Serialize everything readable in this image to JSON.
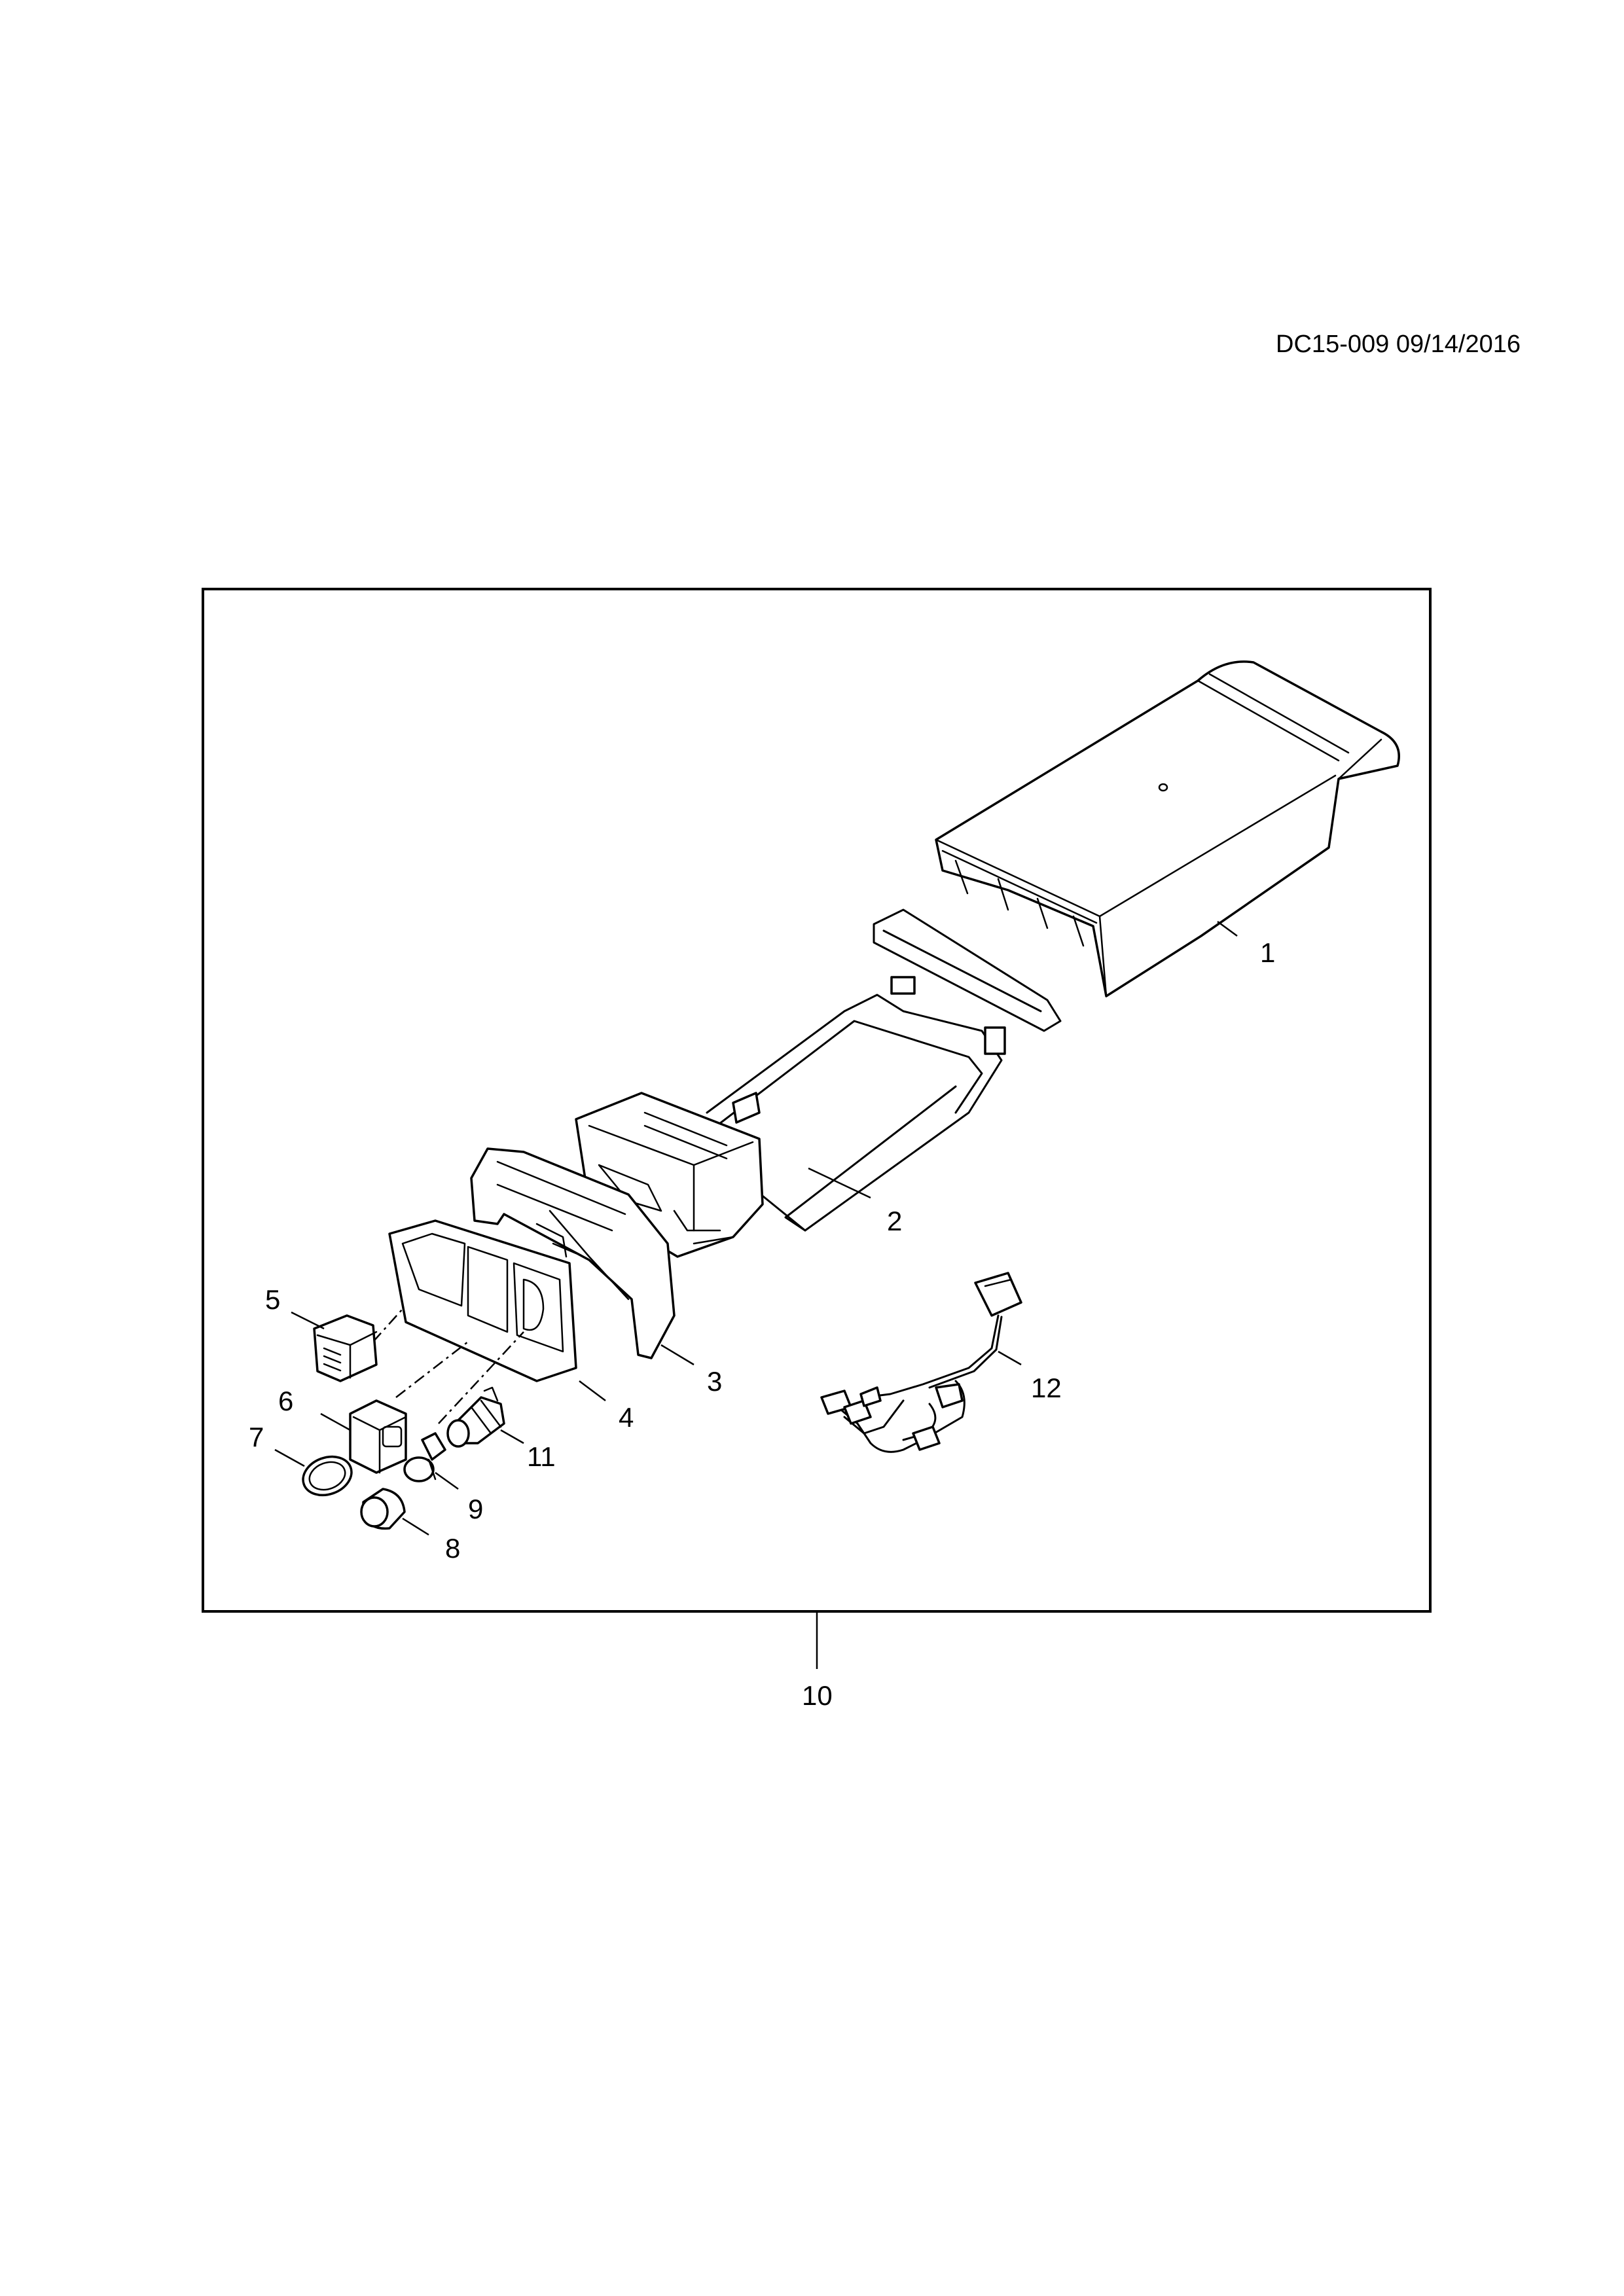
{
  "header": {
    "doc_id": "DC15-009 09/14/2016"
  },
  "callouts": {
    "c1": "1",
    "c2": "2",
    "c3": "3",
    "c4": "4",
    "c5": "5",
    "c6": "6",
    "c7": "7",
    "c8": "8",
    "c9": "9",
    "c10": "10",
    "c11": "11",
    "c12": "12"
  }
}
